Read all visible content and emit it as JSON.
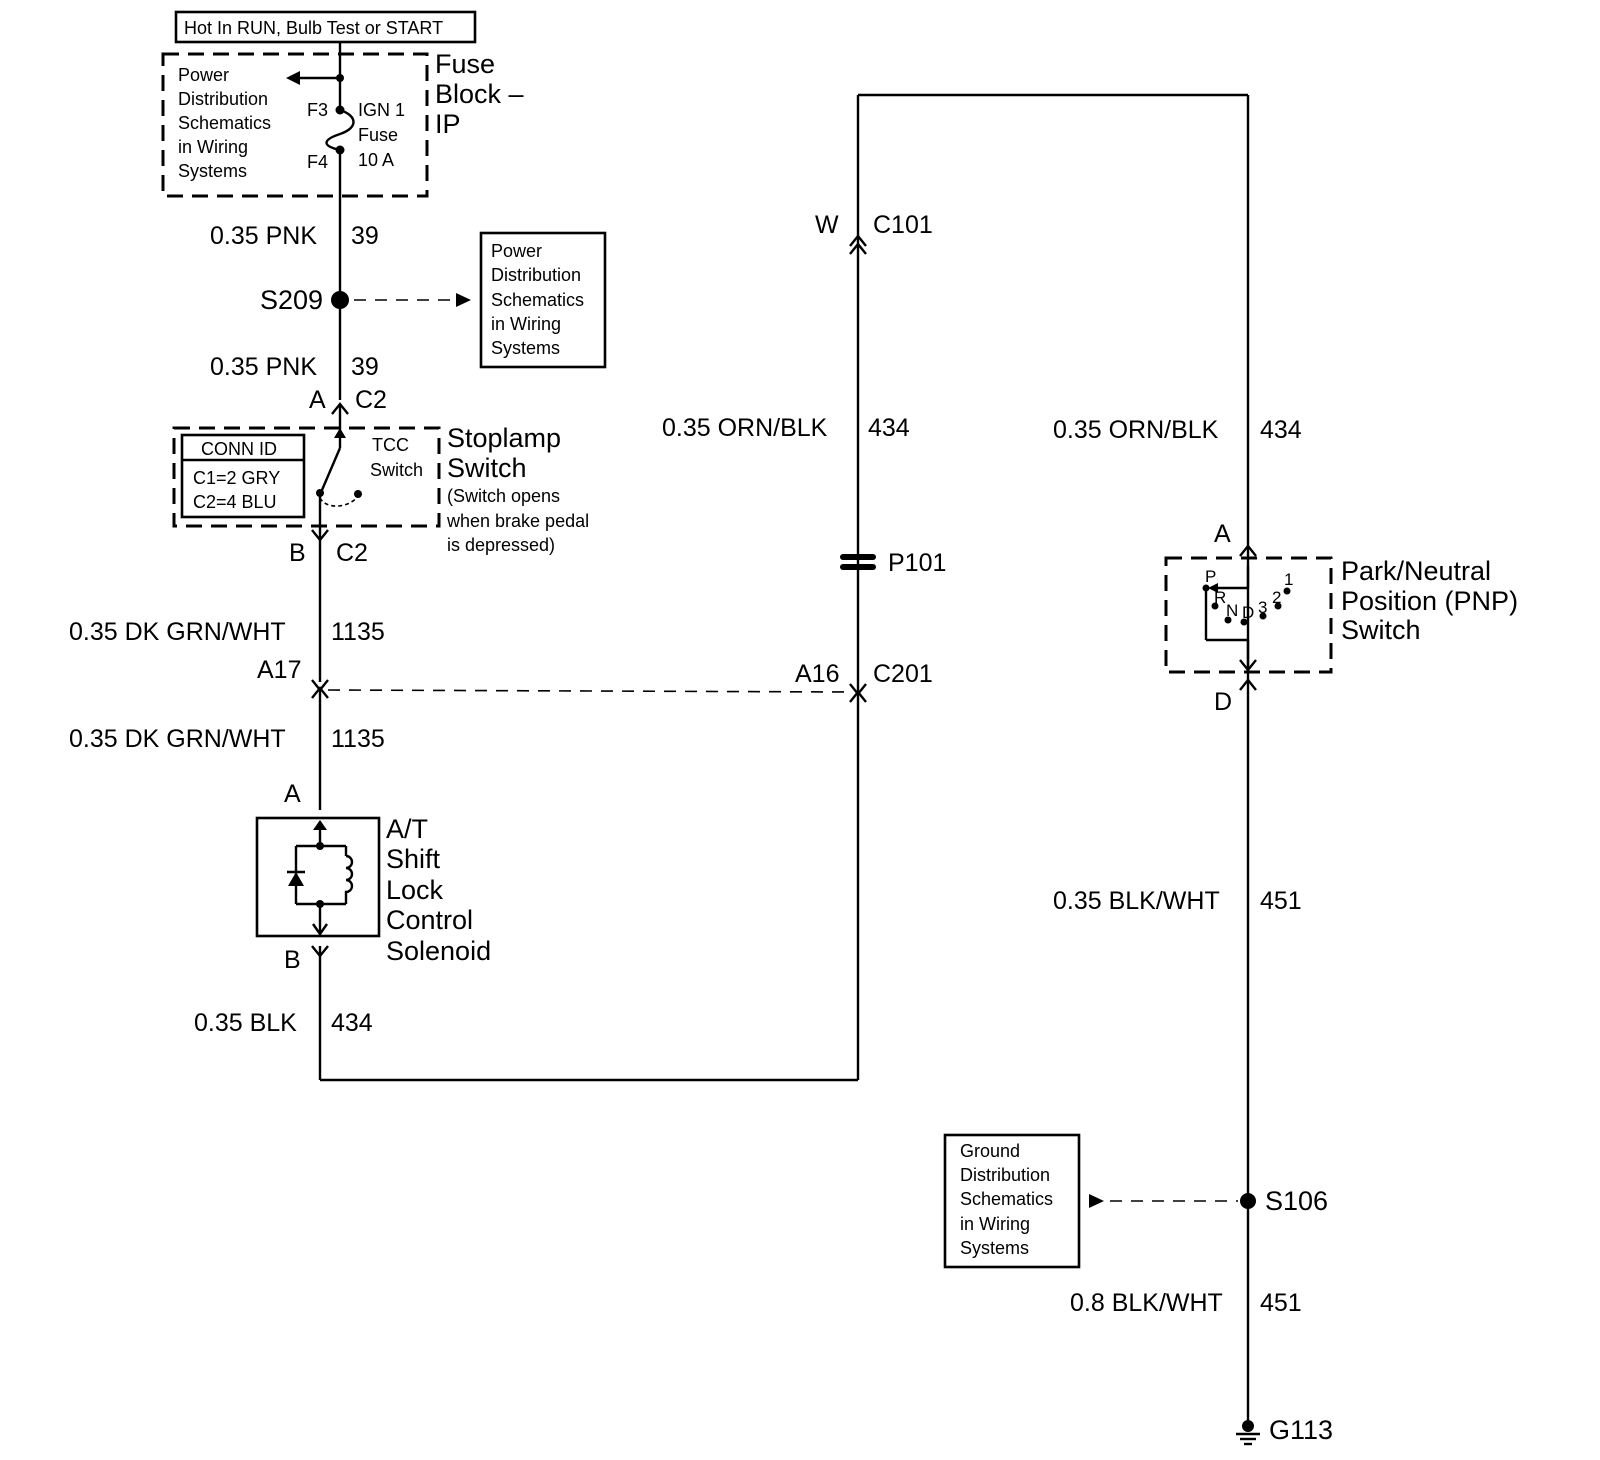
{
  "top_banner": "Hot In RUN, Bulb Test or START",
  "fuse_block": {
    "ref_lines": [
      "Power",
      "Distribution",
      "Schematics",
      "in Wiring",
      "Systems"
    ],
    "title_lines": [
      "Fuse",
      "Block –",
      "IP"
    ],
    "pin_top": "F3",
    "pin_bottom": "F4",
    "fuse_lines": [
      "IGN 1",
      "Fuse",
      "10 A"
    ]
  },
  "wires": {
    "w1_label": "0.35 PNK",
    "w1_circuit": "39",
    "w2_label": "0.35 PNK",
    "w2_circuit": "39",
    "w3_label": "0.35 DK GRN/WHT",
    "w3_circuit": "1135",
    "w4_label": "0.35 DK GRN/WHT",
    "w4_circuit": "1135",
    "w5_label": "0.35 BLK",
    "w5_circuit": "434",
    "w6_label": "0.35 ORN/BLK",
    "w6_circuit": "434",
    "w7_label": "0.35 ORN/BLK",
    "w7_circuit": "434",
    "w8_label": "0.35 BLK/WHT",
    "w8_circuit": "451",
    "w9_label": "0.8 BLK/WHT",
    "w9_circuit": "451"
  },
  "splice_s209": "S209",
  "splice_s106": "S106",
  "power_ref_box_lines": [
    "Power",
    "Distribution",
    "Schematics",
    "in Wiring",
    "Systems"
  ],
  "ground_ref_box_lines": [
    "Ground",
    "Distribution",
    "Schematics",
    "in Wiring",
    "Systems"
  ],
  "stoplamp": {
    "conn_top_pin": "A",
    "conn_top_id": "C2",
    "conn_bottom_pin": "B",
    "conn_bottom_id": "C2",
    "conn_id_title": "CONN ID",
    "conn_id_rows": [
      "C1=2 GRY",
      "C2=4 BLU"
    ],
    "switch_lines": [
      "TCC",
      "Switch"
    ],
    "title_lines": [
      "Stoplamp",
      "Switch"
    ],
    "note_lines": [
      "(Switch opens",
      "when brake pedal",
      "is depressed)"
    ]
  },
  "c201": {
    "pin_left": "A17",
    "pin_right": "A16",
    "id": "C201"
  },
  "solenoid": {
    "pin_top": "A",
    "pin_bottom": "B",
    "title_lines": [
      "A/T",
      "Shift",
      "Lock",
      "Control",
      "Solenoid"
    ]
  },
  "c101": {
    "pin": "W",
    "id": "C101"
  },
  "p101": "P101",
  "pnp": {
    "pin_top": "A",
    "pin_bottom": "D",
    "title_lines": [
      "Park/Neutral",
      "Position (PNP)",
      "Switch"
    ],
    "positions": [
      "P",
      "R",
      "N",
      "D",
      "3",
      "2",
      "1"
    ]
  },
  "ground": "G113"
}
